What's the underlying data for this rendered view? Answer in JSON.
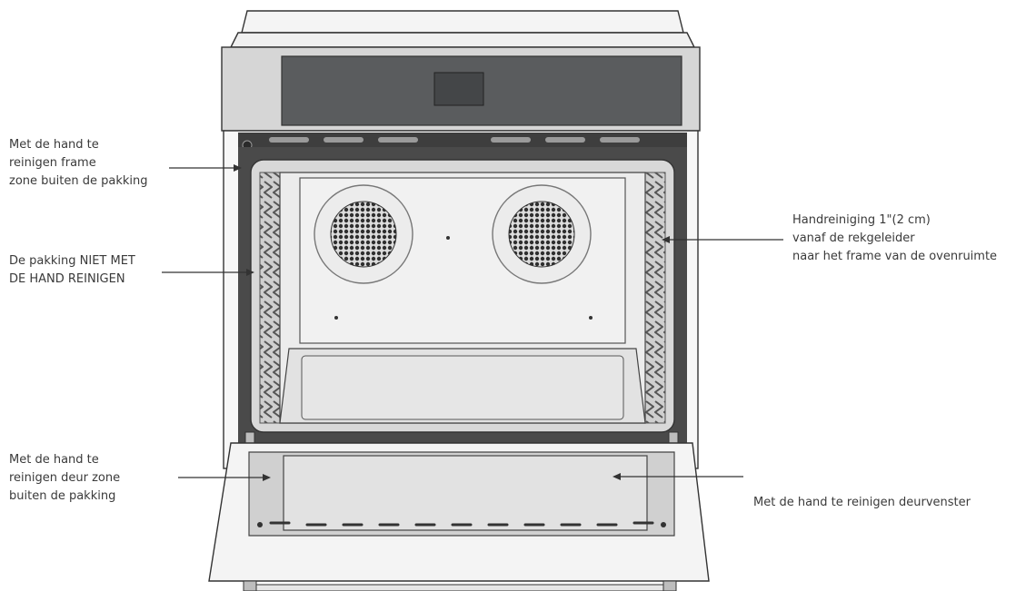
{
  "callouts": {
    "frame_outside_gasket": {
      "lines": [
        "Met de hand te",
        "reinigen frame",
        "zone buiten de pakking"
      ]
    },
    "gasket": {
      "lines": [
        "De pakking NIET MET",
        "DE HAND REINIGEN"
      ]
    },
    "door_outside_gasket": {
      "lines": [
        "Met de hand te",
        "reinigen deur zone",
        "buiten de pakking"
      ]
    },
    "rack_guide": {
      "lines": [
        "Handreiniging 1\"(2 cm)",
        "vanaf de rekgeleider",
        "naar het frame van de ovenruimte"
      ]
    },
    "door_window": {
      "lines": [
        "Met de hand te reinigen deurvenster"
      ]
    }
  },
  "colors": {
    "line": "#333333",
    "panel_dark": "#585a5c",
    "panel_light": "#d9d9d9",
    "oven_body": "#f6f6f6",
    "cavity": "#e9e9e9",
    "fan_mesh": "#2f2f2f"
  }
}
